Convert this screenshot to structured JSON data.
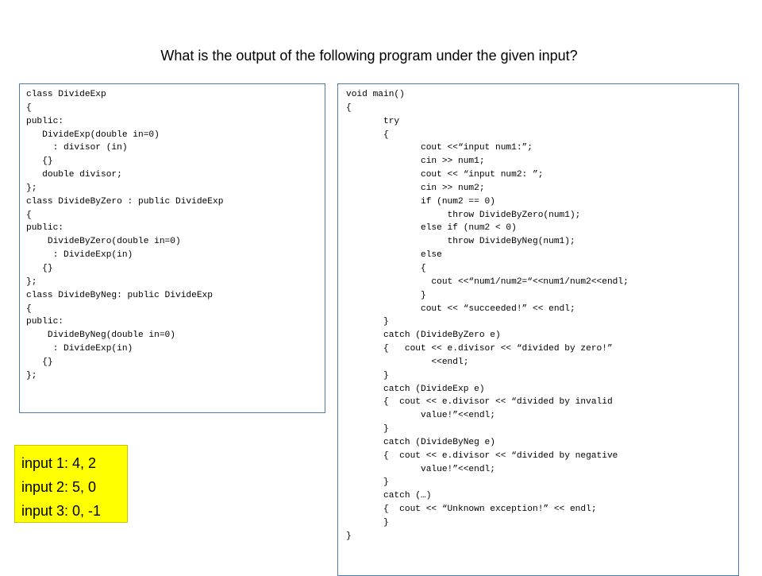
{
  "slide": {
    "title": "What is the output of the following program under the given input?"
  },
  "left_code": {
    "lines": [
      "class DivideExp",
      "{",
      "public:",
      "   DivideExp(double in=0)",
      "     : divisor (in)",
      "   {}",
      "   double divisor;",
      "};",
      "",
      "class DivideByZero : public DivideExp",
      "{",
      "public:",
      "    DivideByZero(double in=0)",
      "     : DivideExp(in)",
      "   {}",
      "};",
      "class DivideByNeg: public DivideExp",
      "{",
      "public:",
      "    DivideByNeg(double in=0)",
      "     : DivideExp(in)",
      "   {}",
      "};"
    ]
  },
  "right_code": {
    "lines": [
      "void main()",
      "{",
      "       try",
      "       {",
      "              cout <<“input num1:”;",
      "              cin >> num1;",
      "              cout << “input num2: ”;",
      "              cin >> num2;",
      "",
      "              if (num2 == 0)",
      "                   throw DivideByZero(num1);",
      "              else if (num2 < 0)",
      "                   throw DivideByNeg(num1);",
      "              else",
      "              {",
      "                cout <<“num1/num2=“<<num1/num2<<endl;",
      "              }",
      "              cout << “succeeded!” << endl;",
      "       }",
      "       catch (DivideByZero e)",
      "       {   cout << e.divisor << “divided by zero!”",
      "                <<endl;",
      "       }",
      "       catch (DivideExp e)",
      "       {  cout << e.divisor << “divided by invalid",
      "              value!”<<endl;",
      "       }",
      "       catch (DivideByNeg e)",
      "       {  cout << e.divisor << “divided by negative",
      "              value!”<<endl;",
      "       }",
      "       catch (…)",
      "       {  cout << “Unknown exception!” << endl;",
      "       }",
      "}"
    ]
  },
  "inputs": {
    "lines": [
      "input 1: 4, 2",
      "input 2: 5, 0",
      "input 3: 0, -1"
    ]
  },
  "colors": {
    "box_border": "#4a7ebb",
    "input_background": "#ffff00"
  }
}
